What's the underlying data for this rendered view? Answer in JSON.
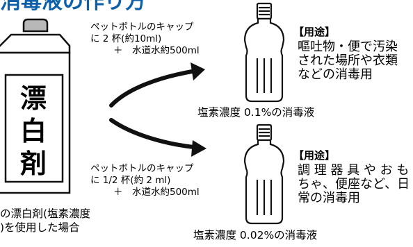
{
  "title": "消毒液の作り方",
  "bleach_bottle": {
    "label_chars": [
      "漂",
      "白",
      "剤"
    ],
    "caption_line1": "の漂白剤(塩素濃度",
    "caption_line2": ")を使用した場合"
  },
  "recipe_top": {
    "line1": "ペットボトルのキャップ",
    "line2": "に 2 杯(約10ml)",
    "line3": "＋　水道水約500ml"
  },
  "recipe_bottom": {
    "line1": "ペットボトルのキャップ",
    "line2": "に 1/2 杯(約 2 ml)",
    "line3": "＋　水道水約500ml"
  },
  "solution_top": {
    "usage_heading": "【用途】",
    "usage_lines": [
      "嘔吐物・便で汚染",
      "された場所や衣類",
      "などの消毒用"
    ],
    "caption": "塩素濃度 0.1%の消毒液"
  },
  "solution_bottom": {
    "usage_heading": "【用途】",
    "usage_lines": [
      "調 理 器 具 や お も",
      "ちゃ、便座など、日",
      "常の消毒用"
    ],
    "caption": "塩素濃度 0.02%の消毒液"
  },
  "colors": {
    "title": "#0d5fa8",
    "stroke": "#111111",
    "bottle_fill": "#ffffff",
    "cap_fill": "#b8b8b8"
  }
}
